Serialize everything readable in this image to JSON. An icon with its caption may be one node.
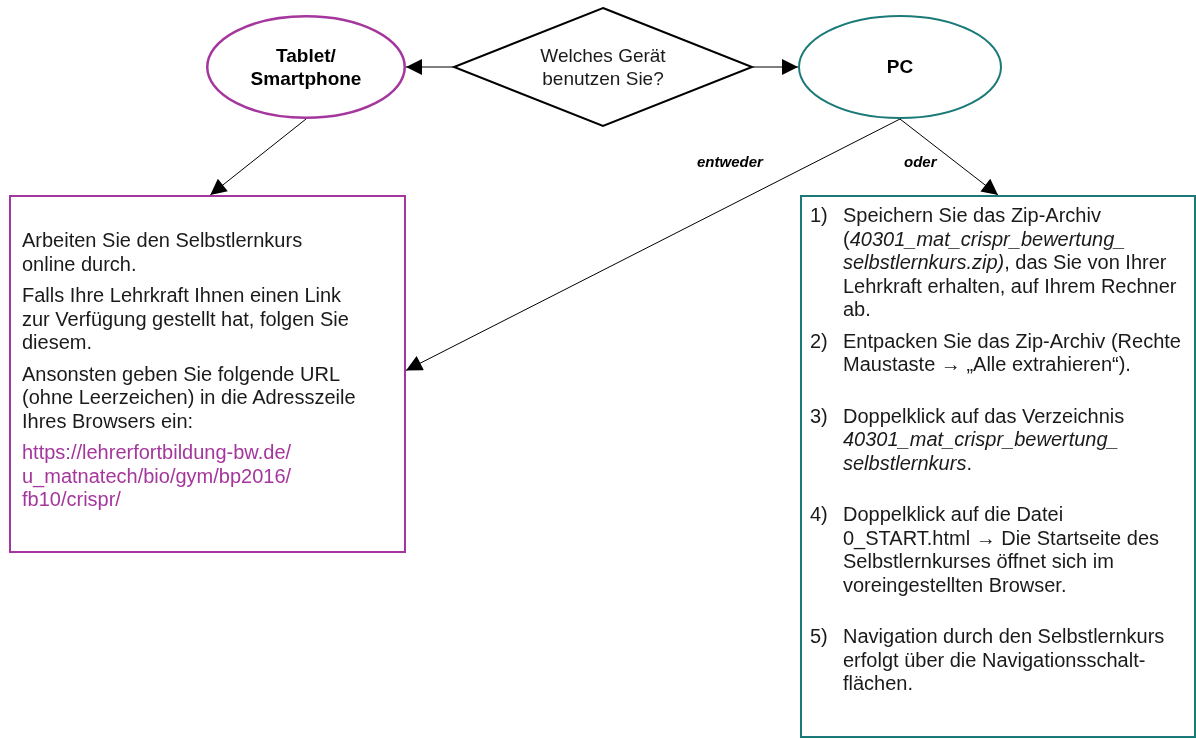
{
  "diagram": {
    "nodes": [
      {
        "text": [
          "Tablet/ Smartphone"
        ]
      },
      {
        "text": [
          "Welches Gerät benutzen Sie?"
        ]
      },
      {
        "text": [
          "PC"
        ]
      },
      {
        "text": [
          "Arbeiten Sie den Selbstlernkurs online durch.",
          "Falls Ihre Lehrkraft Ihnen einen Link zur Verfügung gestellt hat, folgen Sie diesem.",
          "Ansonsten geben Sie folgende URL (ohne Leerzeichen) in die Adresszeile Ihres Browsers ein:",
          "https://lehrerfortbildung-bw.de/u_matnatech/bio/gym/bp2016/fb10/crispr/"
        ]
      },
      {
        "text": [
          "1) Speichern Sie das Zip-Archiv (*40301_mat_crispr_bewertung_ selbstlernkurs.zip)*, das Sie von Ihrer Lehrkraft erhalten, auf Ihrem Rechner ab.",
          "2) Entpacken Sie das Zip-Archiv (Rechte Maustaste → „Alle extrahieren“).",
          "3) Doppelklick auf das Verzeichnis *40301_mat_crispr_bewertung_ selbstlernkurs*.",
          "4) Doppelklick auf die Datei 0_START.html → Die Startseite des Selbstlernkurses öffnet sich im voreingestellten Browser.",
          "5) Navigation durch den Selbstlernkurs erfolgt über die Navigationsschalt- flächen."
        ]
      }
    ],
    "edges": [
      {
        "from": 1,
        "to": 0,
        "arrow": "to"
      },
      {
        "from": 1,
        "to": 2,
        "arrow": "to"
      },
      {
        "from": 0,
        "to": 3,
        "arrow": "to"
      },
      {
        "from": 2,
        "to": 3,
        "arrow": "to",
        "label": "entweder"
      },
      {
        "from": 2,
        "to": 4,
        "arrow": "to",
        "label": "oder"
      }
    ]
  }
}
